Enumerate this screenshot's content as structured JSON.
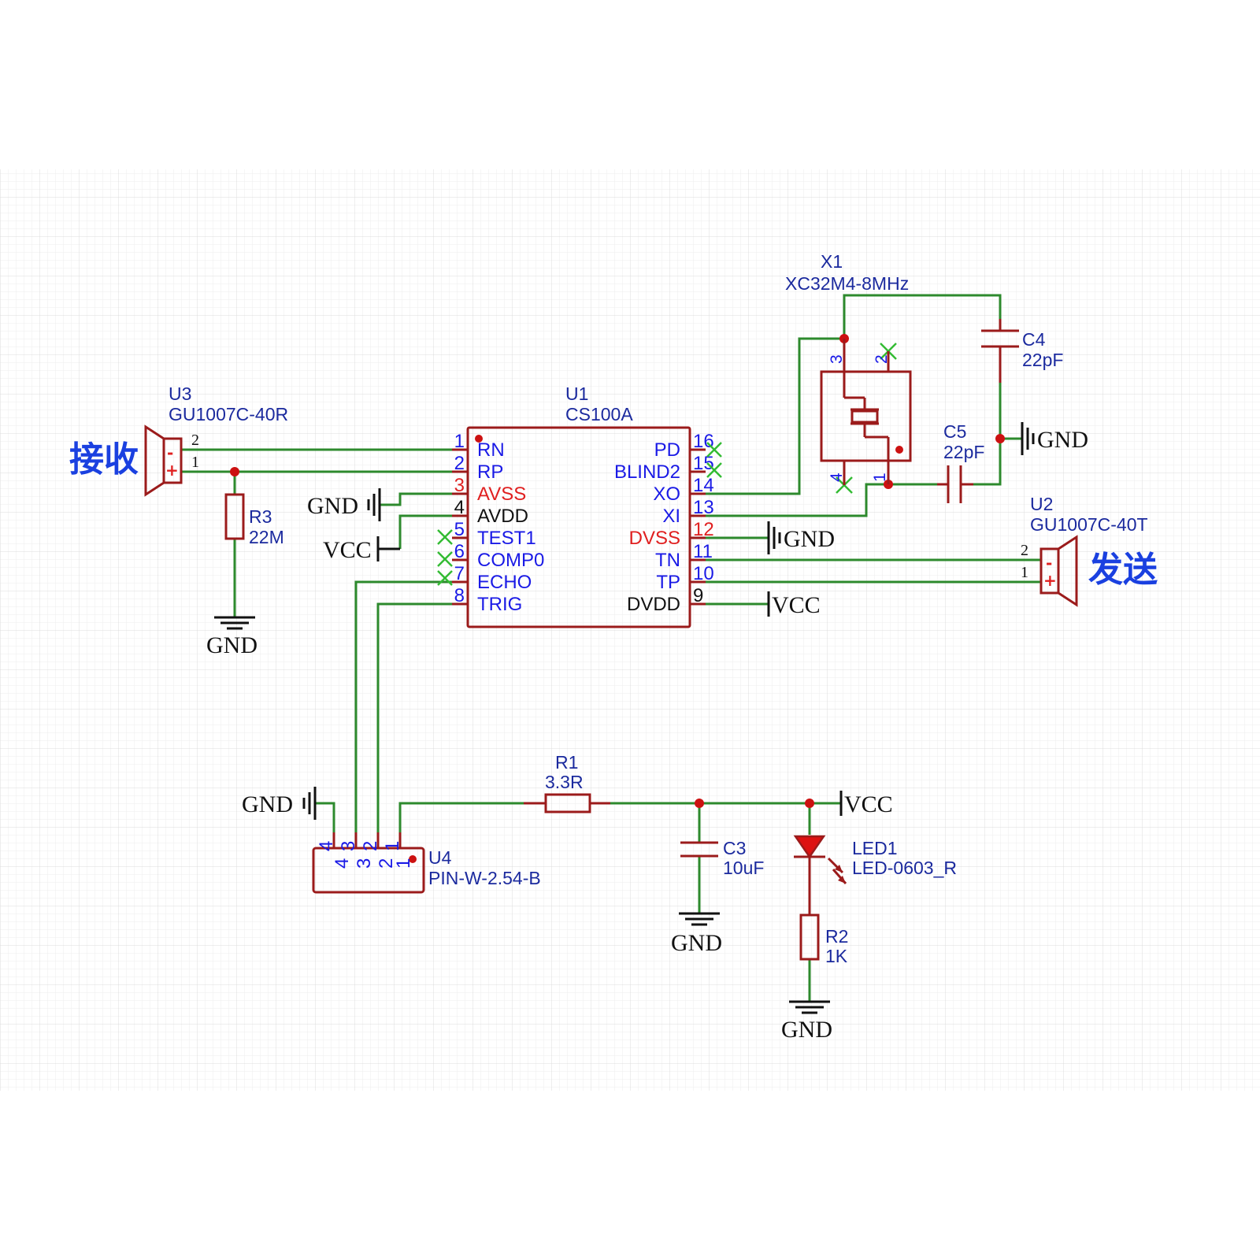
{
  "colors": {
    "wire": "#2d8a2d",
    "part": "#9b1b1b",
    "junction": "#cc1111",
    "ref_text": "#1b2a9e",
    "pin_text": "#1a1ae6",
    "power_pin_text": "#e02020",
    "label_cn": "#1a40e0",
    "grid_minor": "#eeeeee",
    "grid_major": "#dcdcdc"
  },
  "labels": {
    "receive": "接收",
    "send": "发送"
  },
  "nets": {
    "gnd": "GND",
    "vcc": "VCC"
  },
  "components": {
    "u1": {
      "ref": "U1",
      "value": "CS100A",
      "left_pins": [
        {
          "num": "1",
          "name": "RN",
          "num_color": "blue",
          "name_color": "blue"
        },
        {
          "num": "2",
          "name": "RP",
          "num_color": "blue",
          "name_color": "blue"
        },
        {
          "num": "3",
          "name": "AVSS",
          "num_color": "red",
          "name_color": "red"
        },
        {
          "num": "4",
          "name": "AVDD",
          "num_color": "black",
          "name_color": "black"
        },
        {
          "num": "5",
          "name": "TEST1",
          "num_color": "blue",
          "name_color": "blue"
        },
        {
          "num": "6",
          "name": "COMP0",
          "num_color": "blue",
          "name_color": "blue"
        },
        {
          "num": "7",
          "name": "ECHO",
          "num_color": "blue",
          "name_color": "blue"
        },
        {
          "num": "8",
          "name": "TRIG",
          "num_color": "blue",
          "name_color": "blue"
        }
      ],
      "right_pins": [
        {
          "num": "16",
          "name": "PD",
          "num_color": "blue",
          "name_color": "blue"
        },
        {
          "num": "15",
          "name": "BLIND2",
          "num_color": "blue",
          "name_color": "blue"
        },
        {
          "num": "14",
          "name": "XO",
          "num_color": "blue",
          "name_color": "blue"
        },
        {
          "num": "13",
          "name": "XI",
          "num_color": "blue",
          "name_color": "blue"
        },
        {
          "num": "12",
          "name": "DVSS",
          "num_color": "red",
          "name_color": "red"
        },
        {
          "num": "11",
          "name": "TN",
          "num_color": "blue",
          "name_color": "blue"
        },
        {
          "num": "10",
          "name": "TP",
          "num_color": "blue",
          "name_color": "blue"
        },
        {
          "num": "9",
          "name": "DVDD",
          "num_color": "black",
          "name_color": "black"
        }
      ]
    },
    "u3": {
      "ref": "U3",
      "value": "GU1007C-40R",
      "pin_a": "2",
      "pin_b": "1",
      "minus": "-",
      "plus": "+"
    },
    "u2": {
      "ref": "U2",
      "value": "GU1007C-40T",
      "pin_a": "2",
      "pin_b": "1",
      "minus": "-",
      "plus": "+"
    },
    "x1": {
      "ref": "X1",
      "value": "XC32M4-8MHz",
      "pins": [
        "3",
        "2",
        "4",
        "1"
      ]
    },
    "c4": {
      "ref": "C4",
      "value": "22pF"
    },
    "c5": {
      "ref": "C5",
      "value": "22pF"
    },
    "r3": {
      "ref": "R3",
      "value": "22M"
    },
    "r1": {
      "ref": "R1",
      "value": "3.3R"
    },
    "c3": {
      "ref": "C3",
      "value": "10uF"
    },
    "led1": {
      "ref": "LED1",
      "value": "LED-0603_R"
    },
    "r2": {
      "ref": "R2",
      "value": "1K"
    },
    "u4": {
      "ref": "U4",
      "value": "PIN-W-2.54-B",
      "pins": [
        "4",
        "3",
        "2",
        "1"
      ]
    }
  }
}
